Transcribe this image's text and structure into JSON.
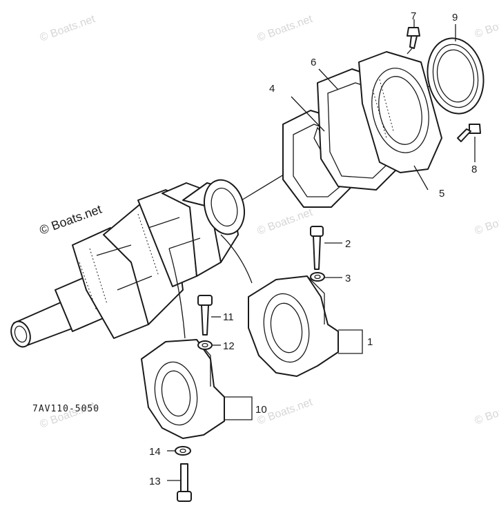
{
  "diagram": {
    "part_code": "7AV110-5050",
    "callouts": [
      "1",
      "2",
      "3",
      "4",
      "5",
      "6",
      "7",
      "8",
      "9",
      "10",
      "11",
      "12",
      "13",
      "14"
    ],
    "watermarks": [
      "© Boats.net",
      "© Boats.net",
      "© Boats.net",
      "© Boats.net",
      "© Boats.net",
      "© Boats.net",
      "© Boats.net",
      "© Boats.net",
      "© Boats.net"
    ]
  }
}
